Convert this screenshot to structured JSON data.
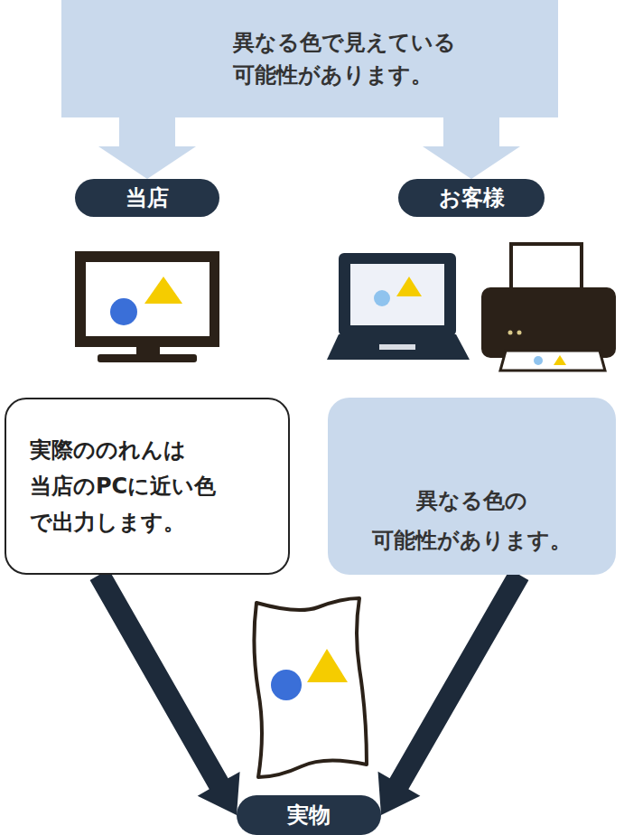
{
  "diagram": {
    "nodes": [
      {
        "text": [
          "異なる色で見えている 可能性があります。"
        ]
      },
      {
        "text": [
          "当店"
        ]
      },
      {
        "text": [
          "お客様"
        ]
      },
      {
        "text": [
          "実際ののれんは 当店のPCに近い色 で出力します。"
        ]
      },
      {
        "text": [
          "異なる色の 可能性があります。"
        ]
      },
      {
        "text": [
          "実物"
        ]
      }
    ],
    "edges": [
      {
        "from": 0,
        "to": 1,
        "arrow": "to"
      },
      {
        "from": 0,
        "to": 2,
        "arrow": "to"
      },
      {
        "from": 3,
        "to": 5,
        "arrow": "to"
      },
      {
        "from": 4,
        "to": 5,
        "arrow": "to"
      }
    ]
  }
}
